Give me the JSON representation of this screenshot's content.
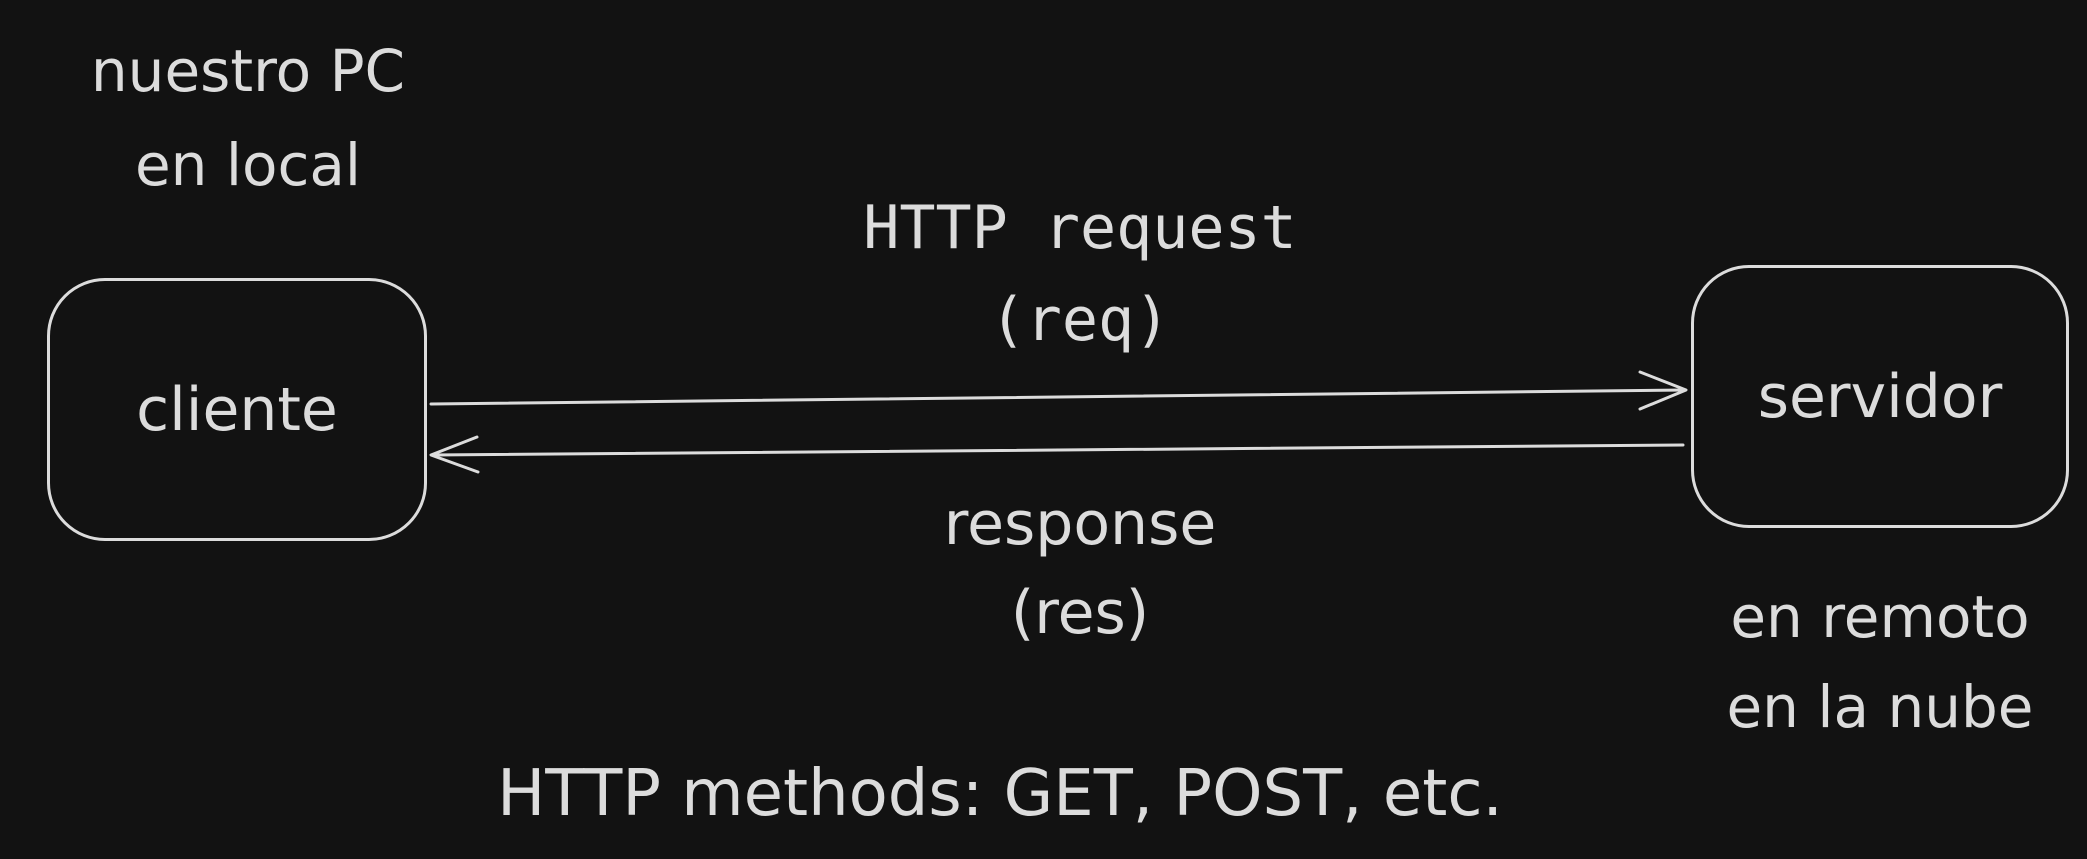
{
  "colors": {
    "background": "#121212",
    "foreground": "#dcdcdc"
  },
  "client": {
    "label": "cliente",
    "note_line1": "nuestro PC",
    "note_line2": "en local"
  },
  "server": {
    "label": "servidor",
    "note_line1": "en remoto",
    "note_line2": "en la nube"
  },
  "request": {
    "line1": "HTTP request",
    "line2": "(req)"
  },
  "response": {
    "line1": "response",
    "line2": "(res)"
  },
  "footer": {
    "methods": "HTTP methods: GET, POST, etc."
  }
}
